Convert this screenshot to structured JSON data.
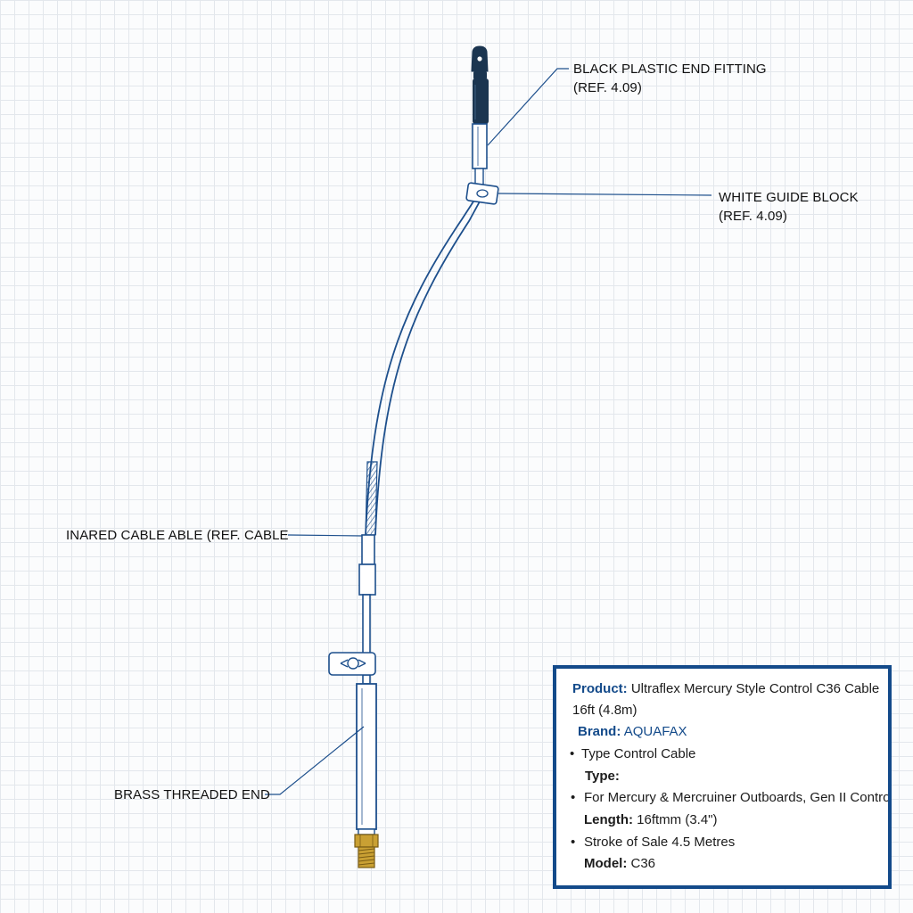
{
  "callouts": {
    "end_fitting": {
      "line1": "BLACK PLASTIC END FITTING",
      "line2": "(REF. 4.09)"
    },
    "guide_block": {
      "line1": "WHITE GUIDE BLOCK",
      "line2": "(REF. 4.09)"
    },
    "cable": {
      "line1": "INARED CABLE ABLE (REF. CABLE"
    },
    "brass_end": {
      "line1": "BRASS THREADED END"
    }
  },
  "info_box": {
    "product_label": "Product:",
    "product_value_1": "Ultraflex Mercury Style Control C36 Cable",
    "product_value_2": "16ft (4.8m)",
    "brand_label": "Brand:",
    "brand_value": "AQUAFAX",
    "bullet_1": "Type Control Cable",
    "type_label": "Type:",
    "bullet_2": "For Mercury & Mercruiner Outboards, Gen II Controls",
    "length_label": "Length:",
    "length_value": "16ftmm (3.4\")",
    "bullet_3": "Stroke of Sale 4.5 Metres",
    "model_label": "Model:",
    "model_value": "C36",
    "bullet_char": "•"
  },
  "colors": {
    "line": "#1d4f8c",
    "frame": "#134a8a",
    "end_fitting": "#1b3550",
    "brass": "#c9a033"
  }
}
